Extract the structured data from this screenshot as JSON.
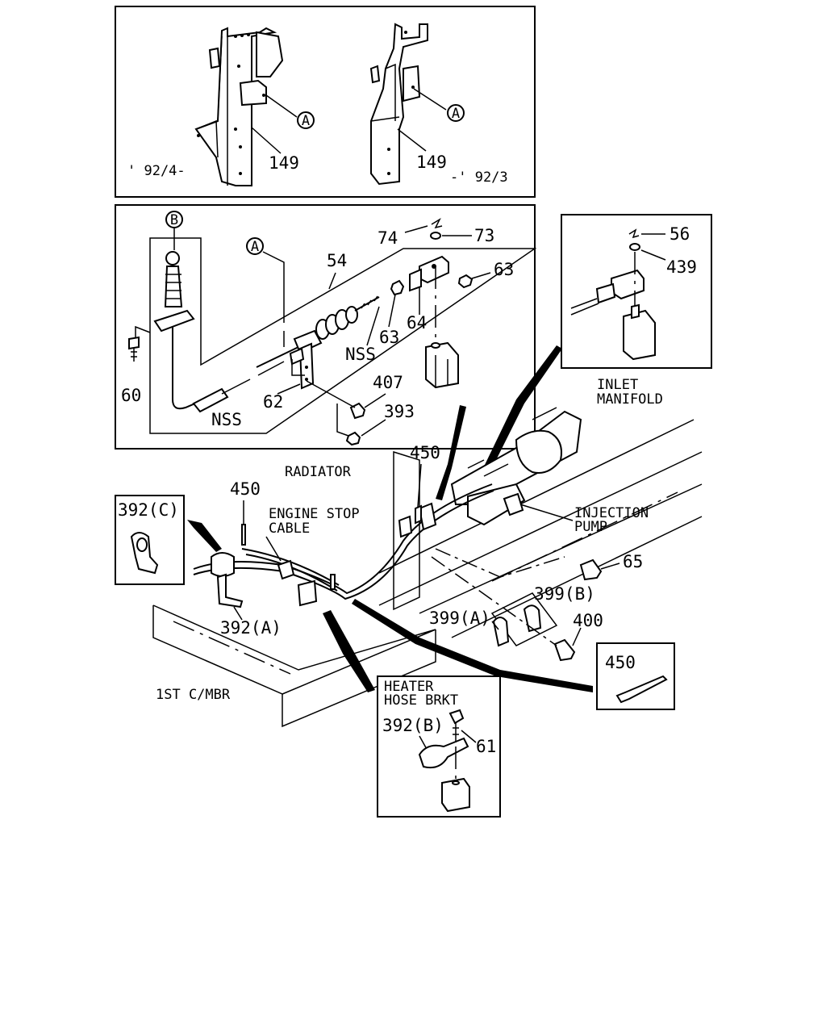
{
  "labels": {
    "p149_left": "149",
    "date_left": "' 92/4-",
    "circle_a_top_left": "A",
    "p149_right": "149",
    "date_right": "-' 92/3",
    "circle_a_top_right": "A",
    "circle_b": "B",
    "circle_a_mid": "A",
    "p54": "54",
    "p74": "74",
    "p73": "73",
    "p63_right": "63",
    "p63_mid": "63",
    "p64": "64",
    "nss_upper": "NSS",
    "p60": "60",
    "p62": "62",
    "p407": "407",
    "p393": "393",
    "nss_lower": "NSS",
    "p56": "56",
    "p439": "439",
    "inlet_manifold_1": "INLET",
    "inlet_manifold_2": "MANIFOLD",
    "p450_top": "450",
    "radiator": "RADIATOR",
    "p450_left": "450",
    "p392c": "392(C)",
    "engine_stop_1": "ENGINE STOP",
    "engine_stop_2": "CABLE",
    "injection_pump_1": "INJECTION",
    "injection_pump_2": "PUMP",
    "p65": "65",
    "p399b": "399(B)",
    "p399a": "399(A)",
    "p400": "400",
    "p392a": "392(A)",
    "p450_box": "450",
    "first_cmbr": "1ST C/MBR",
    "heater_hose_1": "HEATER",
    "heater_hose_2": "HOSE BRKT",
    "p392b": "392(B)",
    "p61": "61"
  }
}
